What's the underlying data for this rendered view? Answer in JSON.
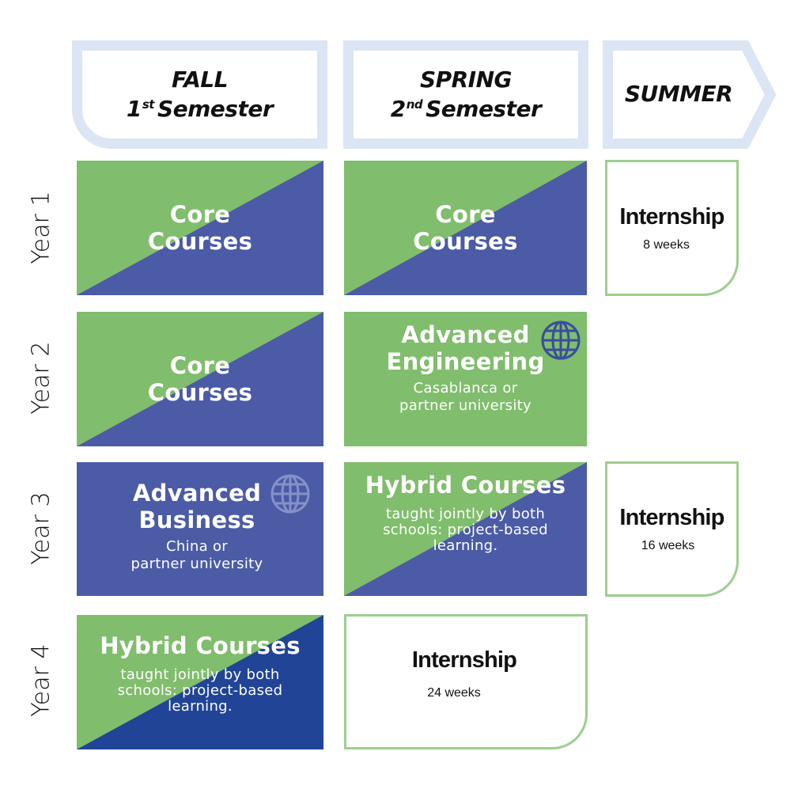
{
  "header": {
    "fall": {
      "line1": "FALL",
      "line2_num": "1",
      "line2_sup": "st",
      "line2_rest": "Semester"
    },
    "spring": {
      "line1": "SPRING",
      "line2_num": "2",
      "line2_sup": "nd",
      "line2_rest": "Semester"
    },
    "summer": {
      "line1": "SUMMER"
    }
  },
  "years": [
    "Year 1",
    "Year 2",
    "Year 3",
    "Year 4"
  ],
  "colors": {
    "green": "#80bd6c",
    "blue": "#4b5ba6",
    "dark_blue": "#214497",
    "header_border": "#dbe5f4",
    "internship_border": "#9dce8e"
  },
  "tiles": {
    "y1_fall": {
      "title": "Core\nCourses"
    },
    "y1_spring": {
      "title": "Core\nCourses"
    },
    "y2_fall": {
      "title": "Core\nCourses"
    },
    "y2_spring": {
      "title": "Advanced\nEngineering",
      "subtitle": "Casablanca or\npartner university",
      "icon": "globe-icon"
    },
    "y3_fall": {
      "title": "Advanced\nBusiness",
      "subtitle": "China or\npartner university",
      "icon": "globe-icon"
    },
    "y3_spring": {
      "title": "Hybrid Courses",
      "subtitle": "taught jointly by both\nschools: project-based\nlearning."
    },
    "y4_fall": {
      "title": "Hybrid Courses",
      "subtitle": "taught jointly by both\nschools: project-based\nlearning."
    }
  },
  "internships": {
    "y1_summer": {
      "title": "Internship",
      "duration": "8 weeks"
    },
    "y3_summer": {
      "title": "Internship",
      "duration": "16 weeks"
    },
    "y4_spring": {
      "title": "Internship",
      "duration": "24 weeks"
    }
  }
}
